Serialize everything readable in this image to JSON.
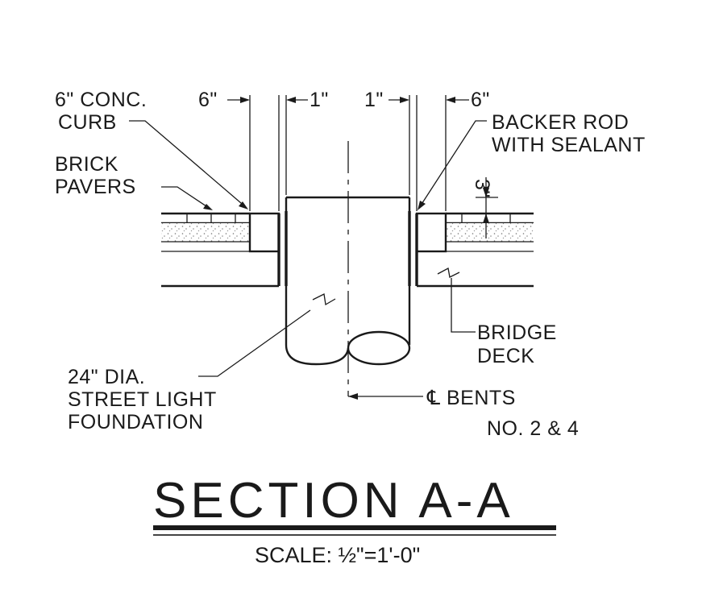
{
  "diagram": {
    "title": "SECTION A-A",
    "scale": "SCALE: ½\"=1'-0\"",
    "labels": {
      "curb_line1": "6\" CONC.",
      "curb_line2": "CURB",
      "brick_line1": "BRICK",
      "brick_line2": "PAVERS",
      "backer_line1": "BACKER ROD",
      "backer_line2": "WITH SEALANT",
      "deck_line1": "BRIDGE",
      "deck_line2": "DECK",
      "foundation_line1": "24\" DIA.",
      "foundation_line2": "STREET LIGHT",
      "foundation_line3": "FOUNDATION",
      "bents_line1": "℄ BENTS",
      "bents_line2": "NO. 2 & 4"
    },
    "dimensions": {
      "left_curb": "6\"",
      "left_gap": "1\"",
      "right_gap": "1\"",
      "right_curb": "6\"",
      "paver_depth": "3\""
    }
  }
}
